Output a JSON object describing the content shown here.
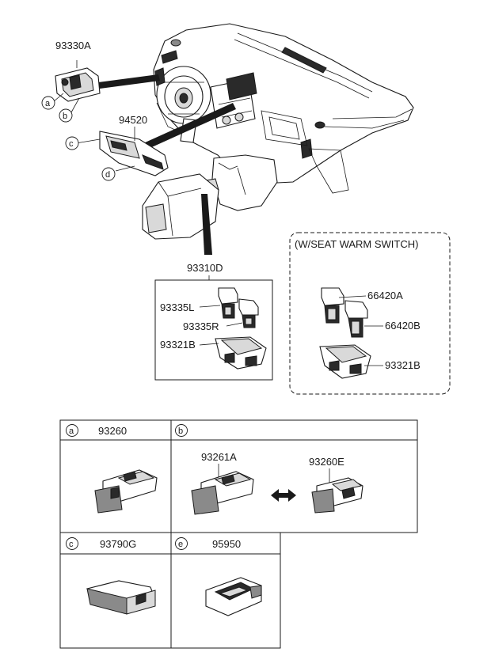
{
  "labels": {
    "switch_93330A": "93330A",
    "switch_94520": "94520",
    "switch_93310D": "93310D",
    "switch_93335L": "93335L",
    "switch_93335R": "93335R",
    "switch_93321B": "93321B",
    "switch_66420A": "66420A",
    "switch_66420B": "66420B",
    "switch_93321B_alt": "93321B"
  },
  "callouts": {
    "a": "a",
    "b": "b",
    "c": "c",
    "d": "d"
  },
  "seat_warm_box": {
    "title": "(W/SEAT WARM SWITCH)"
  },
  "table": {
    "cells": [
      {
        "key": "a",
        "part": "93260"
      },
      {
        "key": "b",
        "part": ""
      },
      {
        "key": "c",
        "part": "93790G"
      },
      {
        "key": "e",
        "part": "95950"
      }
    ],
    "b_parts": {
      "left": "93261A",
      "right": "93260E"
    }
  }
}
